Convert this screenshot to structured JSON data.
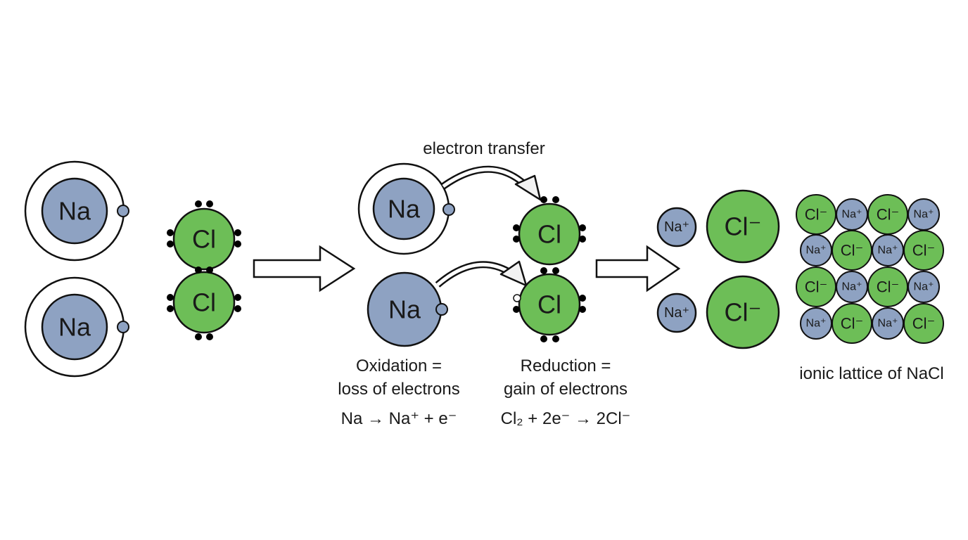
{
  "colors": {
    "sodium": "#8ea2c2",
    "chlorine": "#6dbe57",
    "outline": "#111111",
    "electron_pair": "#000000",
    "background": "#ffffff"
  },
  "symbols": {
    "na": "Na",
    "cl": "Cl",
    "na_ion": "Na⁺",
    "cl_ion": "Cl⁻"
  },
  "labels": {
    "electron_transfer": "electron transfer",
    "oxidation_line1": "Oxidation =",
    "oxidation_line2": "loss of electrons",
    "oxidation_equation": "Na → Na⁺ + e⁻",
    "reduction_line1": "Reduction =",
    "reduction_line2": "gain of electrons",
    "reduction_equation": "Cl₂ + 2e⁻ → 2Cl⁻",
    "lattice_caption": "ionic lattice of NaCl"
  },
  "lattice_rows": [
    [
      "Cl⁻",
      "Na⁺",
      "Cl⁻",
      "Na⁺"
    ],
    [
      "Na⁺",
      "Cl⁻",
      "Na⁺",
      "Cl⁻"
    ],
    [
      "Cl⁻",
      "Na⁺",
      "Cl⁻",
      "Na⁺"
    ],
    [
      "Na⁺",
      "Cl⁻",
      "Na⁺",
      "Cl⁻"
    ]
  ]
}
